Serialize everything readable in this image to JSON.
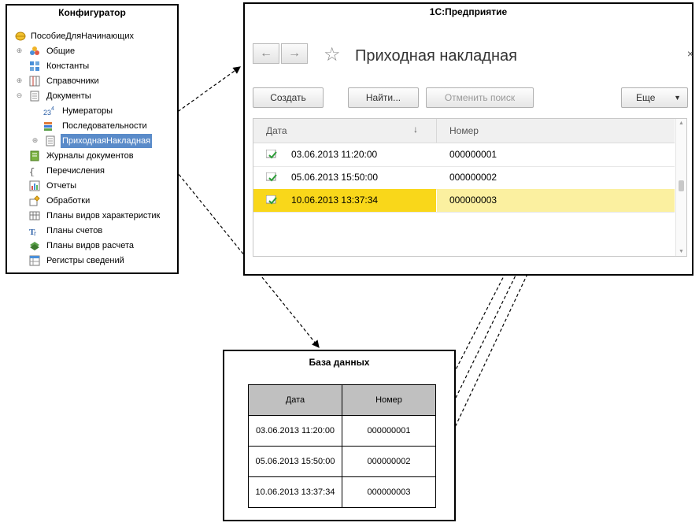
{
  "configurator": {
    "title": "Конфигуратор",
    "tree": [
      {
        "label": "ПособиеДляНачинающих",
        "icon": "config-root-icon"
      },
      {
        "label": "Общие",
        "icon": "common-icon"
      },
      {
        "label": "Константы",
        "icon": "constants-icon"
      },
      {
        "label": "Справочники",
        "icon": "catalogs-icon"
      },
      {
        "label": "Документы",
        "icon": "documents-icon"
      },
      {
        "label": "Нумераторы",
        "icon": "numerators-icon"
      },
      {
        "label": "Последовательности",
        "icon": "sequences-icon"
      },
      {
        "label": "ПриходнаяНакладная",
        "icon": "document-icon"
      },
      {
        "label": "Журналы документов",
        "icon": "journals-icon"
      },
      {
        "label": "Перечисления",
        "icon": "enums-icon"
      },
      {
        "label": "Отчеты",
        "icon": "reports-icon"
      },
      {
        "label": "Обработки",
        "icon": "processing-icon"
      },
      {
        "label": "Планы видов характеристик",
        "icon": "characteristics-icon"
      },
      {
        "label": "Планы счетов",
        "icon": "accounts-icon"
      },
      {
        "label": "Планы видов расчета",
        "icon": "calculation-icon"
      },
      {
        "label": "Регистры сведений",
        "icon": "registers-icon"
      }
    ]
  },
  "enterprise": {
    "window_title": "1С:Предприятие",
    "form_title": "Приходная накладная",
    "close_glyph": "×",
    "buttons": {
      "create": "Создать",
      "find": "Найти...",
      "cancel_search": "Отменить поиск",
      "more": "Еще"
    },
    "columns": {
      "date": "Дата",
      "number": "Номер",
      "sort_glyph": "↓"
    },
    "rows": [
      {
        "date": "03.06.2013 11:20:00",
        "number": "000000001"
      },
      {
        "date": "05.06.2013 15:50:00",
        "number": "000000002"
      },
      {
        "date": "10.06.2013 13:37:34",
        "number": "000000003"
      }
    ]
  },
  "database": {
    "title": "База данных",
    "columns": {
      "date": "Дата",
      "number": "Номер"
    },
    "rows": [
      {
        "date": "03.06.2013 11:20:00",
        "number": "000000001"
      },
      {
        "date": "05.06.2013 15:50:00",
        "number": "000000002"
      },
      {
        "date": "10.06.2013 13:37:34",
        "number": "000000003"
      }
    ]
  },
  "colors": {
    "selection_blue": "#5a8bc9",
    "row_highlight": "#f9d71a",
    "row_highlight_light": "#fbf0a0",
    "db_header_gray": "#c0c0c0"
  }
}
